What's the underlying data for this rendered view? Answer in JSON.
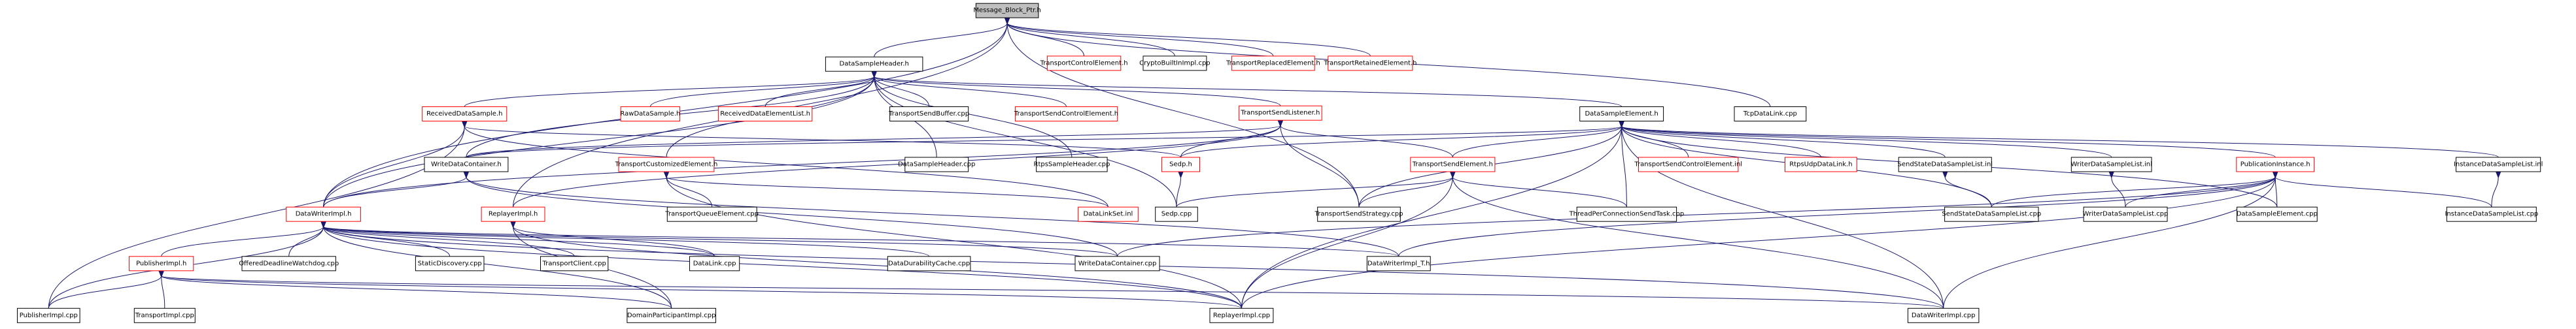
{
  "colors": {
    "edge": "#191970",
    "incomplete_border": "#ff0000",
    "root_fill": "#bfbfbf"
  },
  "nodes": [
    {
      "id": "mbp",
      "label": "Message_Block_Ptr.h",
      "kind": "root"
    },
    {
      "id": "ctl",
      "label": "TransportControlElement.h",
      "kind": "red"
    },
    {
      "id": "cbi",
      "label": "CryptoBuiltInImpl.cpp",
      "kind": "normal"
    },
    {
      "id": "trep",
      "label": "TransportReplacedElement.h",
      "kind": "red"
    },
    {
      "id": "tret",
      "label": "TransportRetainedElement.h",
      "kind": "red"
    },
    {
      "id": "dsh",
      "label": "DataSampleHeader.h",
      "kind": "normal"
    },
    {
      "id": "rds",
      "label": "ReceivedDataSample.h",
      "kind": "red"
    },
    {
      "id": "raw",
      "label": "RawDataSample.h",
      "kind": "red"
    },
    {
      "id": "rdel",
      "label": "ReceivedDataElementList.h",
      "kind": "red"
    },
    {
      "id": "tsb",
      "label": "TransportSendBuffer.cpp",
      "kind": "normal"
    },
    {
      "id": "tsce",
      "label": "TransportSendControlElement.h",
      "kind": "red"
    },
    {
      "id": "tsl",
      "label": "TransportSendListener.h",
      "kind": "red"
    },
    {
      "id": "dse",
      "label": "DataSampleElement.h",
      "kind": "normal"
    },
    {
      "id": "tcp",
      "label": "TcpDataLink.cpp",
      "kind": "normal"
    },
    {
      "id": "wdc",
      "label": "WriteDataContainer.h",
      "kind": "normal"
    },
    {
      "id": "tcust",
      "label": "TransportCustomizedElement.h",
      "kind": "red"
    },
    {
      "id": "dshc",
      "label": "DataSampleHeader.cpp",
      "kind": "normal"
    },
    {
      "id": "rshc",
      "label": "RtpsSampleHeader.cpp",
      "kind": "normal"
    },
    {
      "id": "sedph",
      "label": "Sedp.h",
      "kind": "red"
    },
    {
      "id": "tse",
      "label": "TransportSendElement.h",
      "kind": "red"
    },
    {
      "id": "tscei",
      "label": "TransportSendControlElement.inl",
      "kind": "red"
    },
    {
      "id": "rudl",
      "label": "RtpsUdpDataLink.h",
      "kind": "red"
    },
    {
      "id": "ssdsi",
      "label": "SendStateDataSampleList.inl",
      "kind": "normal"
    },
    {
      "id": "wdsli",
      "label": "WriterDataSampleList.inl",
      "kind": "normal"
    },
    {
      "id": "pih",
      "label": "PublicationInstance.h",
      "kind": "red"
    },
    {
      "id": "idsli",
      "label": "InstanceDataSampleList.inl",
      "kind": "normal"
    },
    {
      "id": "dwih",
      "label": "DataWriterImpl.h",
      "kind": "red"
    },
    {
      "id": "rih",
      "label": "ReplayerImpl.h",
      "kind": "red"
    },
    {
      "id": "tqe",
      "label": "TransportQueueElement.cpp",
      "kind": "normal"
    },
    {
      "id": "dls",
      "label": "DataLinkSet.inl",
      "kind": "red"
    },
    {
      "id": "sedpc",
      "label": "Sedp.cpp",
      "kind": "normal"
    },
    {
      "id": "tss",
      "label": "TransportSendStrategy.cpp",
      "kind": "normal"
    },
    {
      "id": "tpc",
      "label": "ThreadPerConnectionSendTask.cpp",
      "kind": "normal"
    },
    {
      "id": "ssdsl",
      "label": "SendStateDataSampleList.cpp",
      "kind": "normal"
    },
    {
      "id": "wdslc",
      "label": "WriterDataSampleList.cpp",
      "kind": "normal"
    },
    {
      "id": "dsec",
      "label": "DataSampleElement.cpp",
      "kind": "normal"
    },
    {
      "id": "idslc",
      "label": "InstanceDataSampleList.cpp",
      "kind": "normal"
    },
    {
      "id": "pubh",
      "label": "PublisherImpl.h",
      "kind": "red"
    },
    {
      "id": "odw",
      "label": "OfferedDeadlineWatchdog.cpp",
      "kind": "normal"
    },
    {
      "id": "sdc",
      "label": "StaticDiscovery.cpp",
      "kind": "normal"
    },
    {
      "id": "tcl",
      "label": "TransportClient.cpp",
      "kind": "normal"
    },
    {
      "id": "dlc",
      "label": "DataLink.cpp",
      "kind": "normal"
    },
    {
      "id": "ddc",
      "label": "DataDurabilityCache.cpp",
      "kind": "normal"
    },
    {
      "id": "wdcc",
      "label": "WriteDataContainer.cpp",
      "kind": "normal"
    },
    {
      "id": "dwt",
      "label": "DataWriterImpl_T.h",
      "kind": "normal"
    },
    {
      "id": "pubc",
      "label": "PublisherImpl.cpp",
      "kind": "normal"
    },
    {
      "id": "tic",
      "label": "TransportImpl.cpp",
      "kind": "normal"
    },
    {
      "id": "dpi",
      "label": "DomainParticipantImpl.cpp",
      "kind": "normal"
    },
    {
      "id": "ric",
      "label": "ReplayerImpl.cpp",
      "kind": "normal"
    },
    {
      "id": "dwic",
      "label": "DataWriterImpl.cpp",
      "kind": "normal"
    }
  ],
  "edges": [
    [
      "mbp",
      "ctl"
    ],
    [
      "mbp",
      "cbi"
    ],
    [
      "mbp",
      "trep"
    ],
    [
      "mbp",
      "tret"
    ],
    [
      "mbp",
      "dsh"
    ],
    [
      "mbp",
      "tcp"
    ],
    [
      "mbp",
      "dwih"
    ],
    [
      "mbp",
      "tss"
    ],
    [
      "mbp",
      "rih"
    ],
    [
      "dsh",
      "rds"
    ],
    [
      "dsh",
      "raw"
    ],
    [
      "dsh",
      "rdel"
    ],
    [
      "dsh",
      "tsb"
    ],
    [
      "dsh",
      "tsce"
    ],
    [
      "dsh",
      "tsl"
    ],
    [
      "dsh",
      "dse"
    ],
    [
      "dsh",
      "dshc"
    ],
    [
      "dsh",
      "rshc"
    ],
    [
      "dsh",
      "tcust"
    ],
    [
      "dsh",
      "dwih"
    ],
    [
      "dsh",
      "sedpc"
    ],
    [
      "dsh",
      "wdc"
    ],
    [
      "rds",
      "dwih"
    ],
    [
      "rds",
      "pubc"
    ],
    [
      "rds",
      "sedph"
    ],
    [
      "rds",
      "dls"
    ],
    [
      "tsl",
      "dwih"
    ],
    [
      "tsl",
      "sedph"
    ],
    [
      "tsl",
      "tss"
    ],
    [
      "tsl",
      "wdc"
    ],
    [
      "tsl",
      "rih"
    ],
    [
      "tsl",
      "tse"
    ],
    [
      "dse",
      "tscei"
    ],
    [
      "dse",
      "rudl"
    ],
    [
      "dse",
      "ssdsi"
    ],
    [
      "dse",
      "wdsli"
    ],
    [
      "dse",
      "pih"
    ],
    [
      "dse",
      "idsli"
    ],
    [
      "dse",
      "tse"
    ],
    [
      "dse",
      "sedph"
    ],
    [
      "dse",
      "wdc"
    ],
    [
      "dse",
      "dsec"
    ],
    [
      "dse",
      "ssdsl"
    ],
    [
      "dse",
      "tpc"
    ],
    [
      "dse",
      "tss"
    ],
    [
      "dse",
      "ric"
    ],
    [
      "dse",
      "dwic"
    ],
    [
      "wdc",
      "dwih"
    ],
    [
      "wdc",
      "wdcc"
    ],
    [
      "wdc",
      "dwt"
    ],
    [
      "tcust",
      "tqe"
    ],
    [
      "tcust",
      "dls"
    ],
    [
      "tcust",
      "ric"
    ],
    [
      "sedph",
      "sedpc"
    ],
    [
      "tse",
      "tss"
    ],
    [
      "tse",
      "tpc"
    ],
    [
      "tse",
      "sedpc"
    ],
    [
      "tse",
      "ric"
    ],
    [
      "tse",
      "dwic"
    ],
    [
      "ssdsi",
      "ssdsl"
    ],
    [
      "wdsli",
      "wdslc"
    ],
    [
      "idsli",
      "idslc"
    ],
    [
      "pih",
      "ssdsl"
    ],
    [
      "pih",
      "wdslc"
    ],
    [
      "pih",
      "dsec"
    ],
    [
      "pih",
      "idslc"
    ],
    [
      "pih",
      "wdcc"
    ],
    [
      "pih",
      "dwt"
    ],
    [
      "pih",
      "ric"
    ],
    [
      "pih",
      "dwic"
    ],
    [
      "dwih",
      "pubh"
    ],
    [
      "dwih",
      "odw"
    ],
    [
      "dwih",
      "sdc"
    ],
    [
      "dwih",
      "tcl"
    ],
    [
      "dwih",
      "dlc"
    ],
    [
      "dwih",
      "ddc"
    ],
    [
      "dwih",
      "wdcc"
    ],
    [
      "dwih",
      "dwt"
    ],
    [
      "dwih",
      "pubc"
    ],
    [
      "dwih",
      "dpi"
    ],
    [
      "dwih",
      "dwic"
    ],
    [
      "dwih",
      "ric"
    ],
    [
      "rih",
      "dlc"
    ],
    [
      "rih",
      "dpi"
    ],
    [
      "rih",
      "ric"
    ],
    [
      "pubh",
      "pubc"
    ],
    [
      "pubh",
      "tic"
    ],
    [
      "pubh",
      "dpi"
    ],
    [
      "pubh",
      "ric"
    ],
    [
      "pubh",
      "dwic"
    ]
  ]
}
